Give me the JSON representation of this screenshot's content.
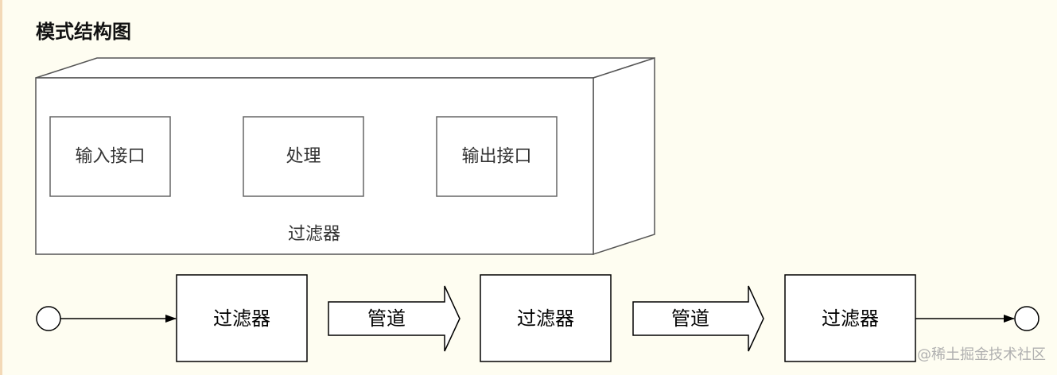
{
  "title": "模式结构图",
  "filter_box": {
    "label": "过滤器",
    "components": [
      "输入接口",
      "处理",
      "输出接口"
    ]
  },
  "pipeline": {
    "filter_label": "过滤器",
    "pipe_label": "管道"
  },
  "watermark": "@稀土掘金技术社区"
}
